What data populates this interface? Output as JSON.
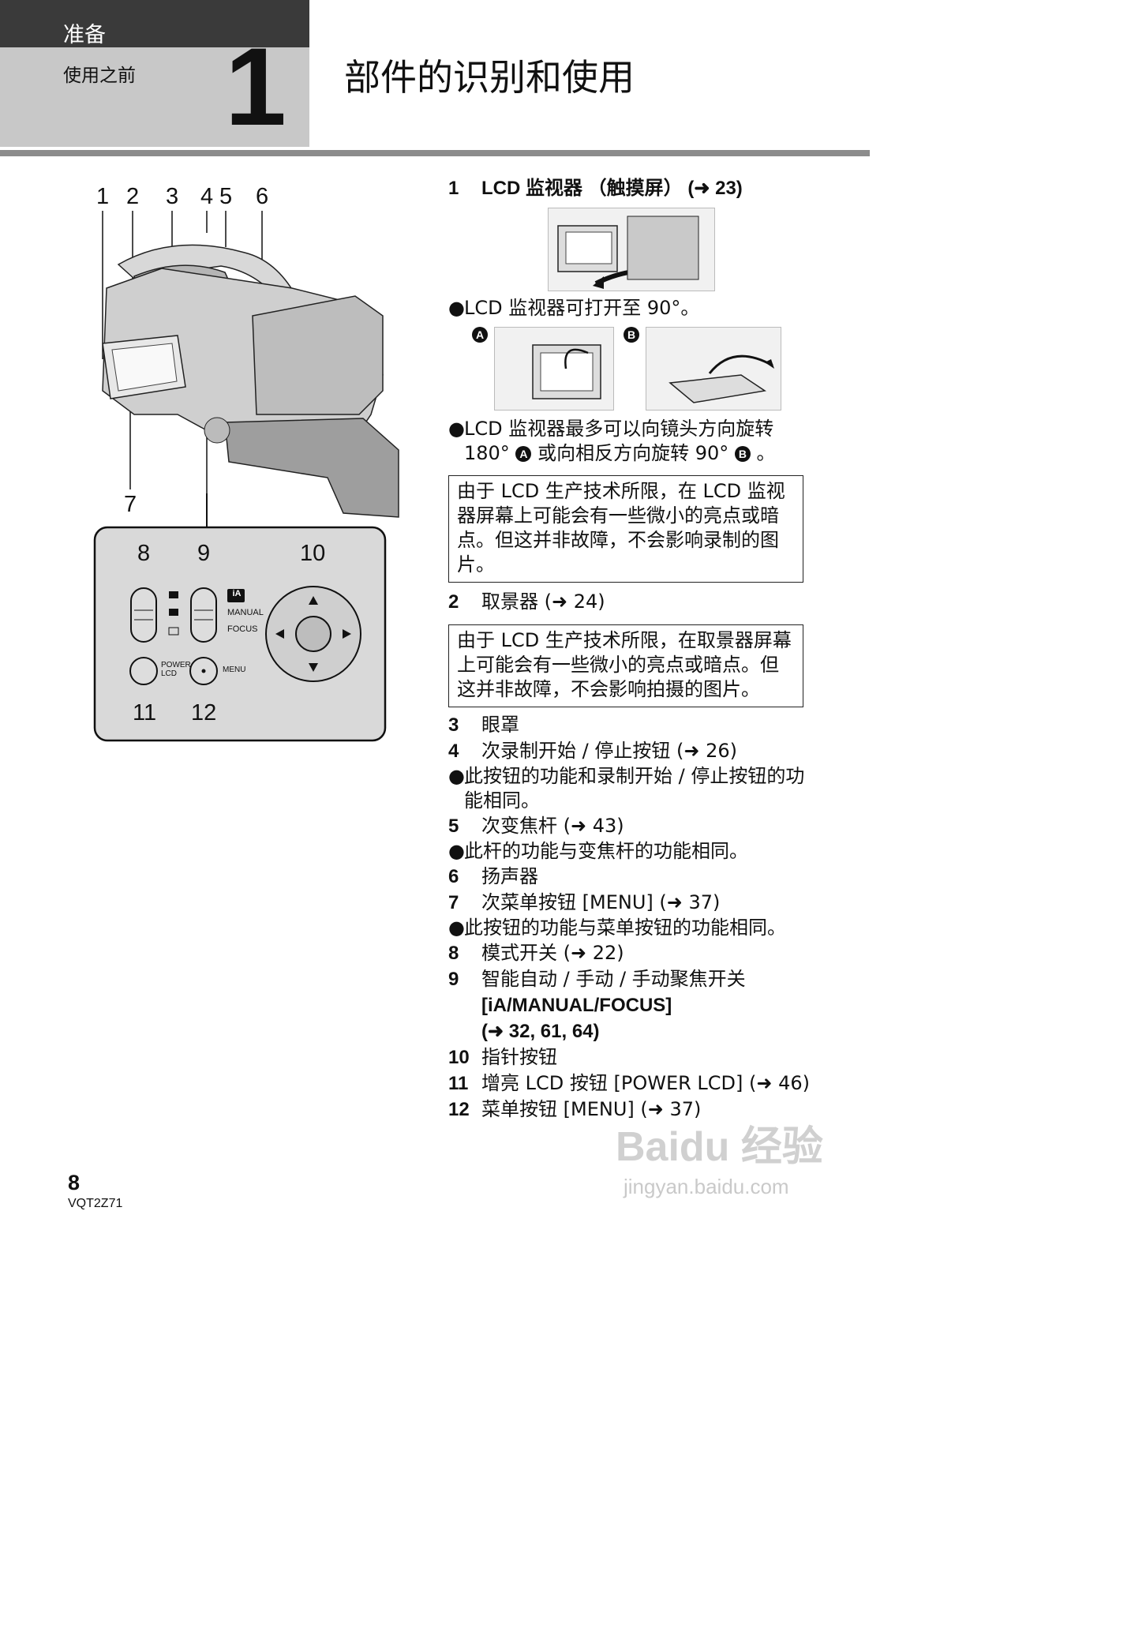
{
  "header": {
    "section": "准备",
    "subsection": "使用之前",
    "chapter_number": "1",
    "title": "部件的识别和使用"
  },
  "figure": {
    "callouts_top": [
      "1",
      "2",
      "3",
      "4",
      "5",
      "6"
    ],
    "callout_7": "7",
    "inset_callouts": [
      "8",
      "9",
      "10",
      "11",
      "12"
    ],
    "inset_labels": {
      "manual": "MANUAL",
      "focus": "FOCUS",
      "ia": "iA",
      "power_lcd_1": "POWER",
      "power_lcd_2": "LCD",
      "menu": "MENU"
    }
  },
  "items": {
    "i1": {
      "num": "1",
      "text": "LCD 监视器 （触摸屏） (➜ 23)"
    },
    "b1": "LCD 监视器可打开至 90°。",
    "photo_a": "A",
    "photo_b": "B",
    "b2_line1": "LCD 监视器最多可以向镜头方向旋转",
    "b2_line2a": "180° ",
    "b2_line2b": " 或向相反方向旋转 90° ",
    "b2_line2c": " 。",
    "note1": "由于 LCD 生产技术所限，在 LCD 监视器屏幕上可能会有一些微小的亮点或暗点。但这并非故障，不会影响录制的图片。",
    "i2": {
      "num": "2",
      "text": "取景器 (➜ 24)"
    },
    "note2": "由于 LCD 生产技术所限，在取景器屏幕上可能会有一些微小的亮点或暗点。但这并非故障，不会影响拍摄的图片。",
    "i3": {
      "num": "3",
      "text": "眼罩"
    },
    "i4": {
      "num": "4",
      "text": "次录制开始 / 停止按钮 (➜ 26)"
    },
    "b4": "此按钮的功能和录制开始 / 停止按钮的功能相同。",
    "i5": {
      "num": "5",
      "text": "次变焦杆 (➜ 43)"
    },
    "b5": "此杆的功能与变焦杆的功能相同。",
    "i6": {
      "num": "6",
      "text": "扬声器"
    },
    "i7": {
      "num": "7",
      "text": "次菜单按钮 [MENU] (➜ 37)"
    },
    "b7": "此按钮的功能与菜单按钮的功能相同。",
    "i8": {
      "num": "8",
      "text": "模式开关 (➜ 22)"
    },
    "i9": {
      "num": "9",
      "text_line1": "智能自动 / 手动 / 手动聚焦开关",
      "text_line2": "[iA/MANUAL/FOCUS]",
      "text_line3": "(➜ 32, 61, 64)"
    },
    "i10": {
      "num": "10",
      "text": "指针按钮"
    },
    "i11": {
      "num": "11",
      "text": "增亮 LCD 按钮 [POWER LCD] (➜ 46)"
    },
    "i12": {
      "num": "12",
      "text": "菜单按钮 [MENU] (➜ 37)"
    }
  },
  "footer": {
    "page_number": "8",
    "model_code": "VQT2Z71",
    "watermark": "Baidu 经验",
    "watermark_url": "jingyan.baidu.com"
  }
}
